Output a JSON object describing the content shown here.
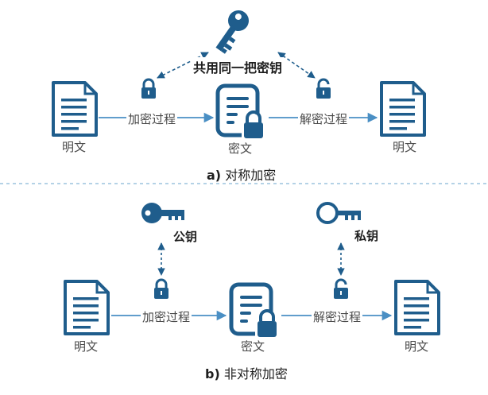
{
  "colors": {
    "primary": "#1f5d8c",
    "arrow": "#4a8fc4",
    "separator": "#9cc3de",
    "text": "#2a2a2a"
  },
  "section_a": {
    "shared_key_label": "共用同一把密钥",
    "encrypt_label": "加密过程",
    "decrypt_label": "解密过程",
    "plaintext_left": "明文",
    "ciphertext": "密文",
    "plaintext_right": "明文",
    "caption_prefix": "a)",
    "caption_text": "对称加密"
  },
  "section_b": {
    "public_key_label": "公钥",
    "private_key_label": "私钥",
    "encrypt_label": "加密过程",
    "decrypt_label": "解密过程",
    "plaintext_left": "明文",
    "ciphertext": "密文",
    "plaintext_right": "明文",
    "caption_prefix": "b)",
    "caption_text": "非对称加密"
  },
  "icons": [
    "document-icon",
    "cipher-document-icon",
    "key-icon",
    "lock-closed-icon",
    "lock-open-icon"
  ]
}
